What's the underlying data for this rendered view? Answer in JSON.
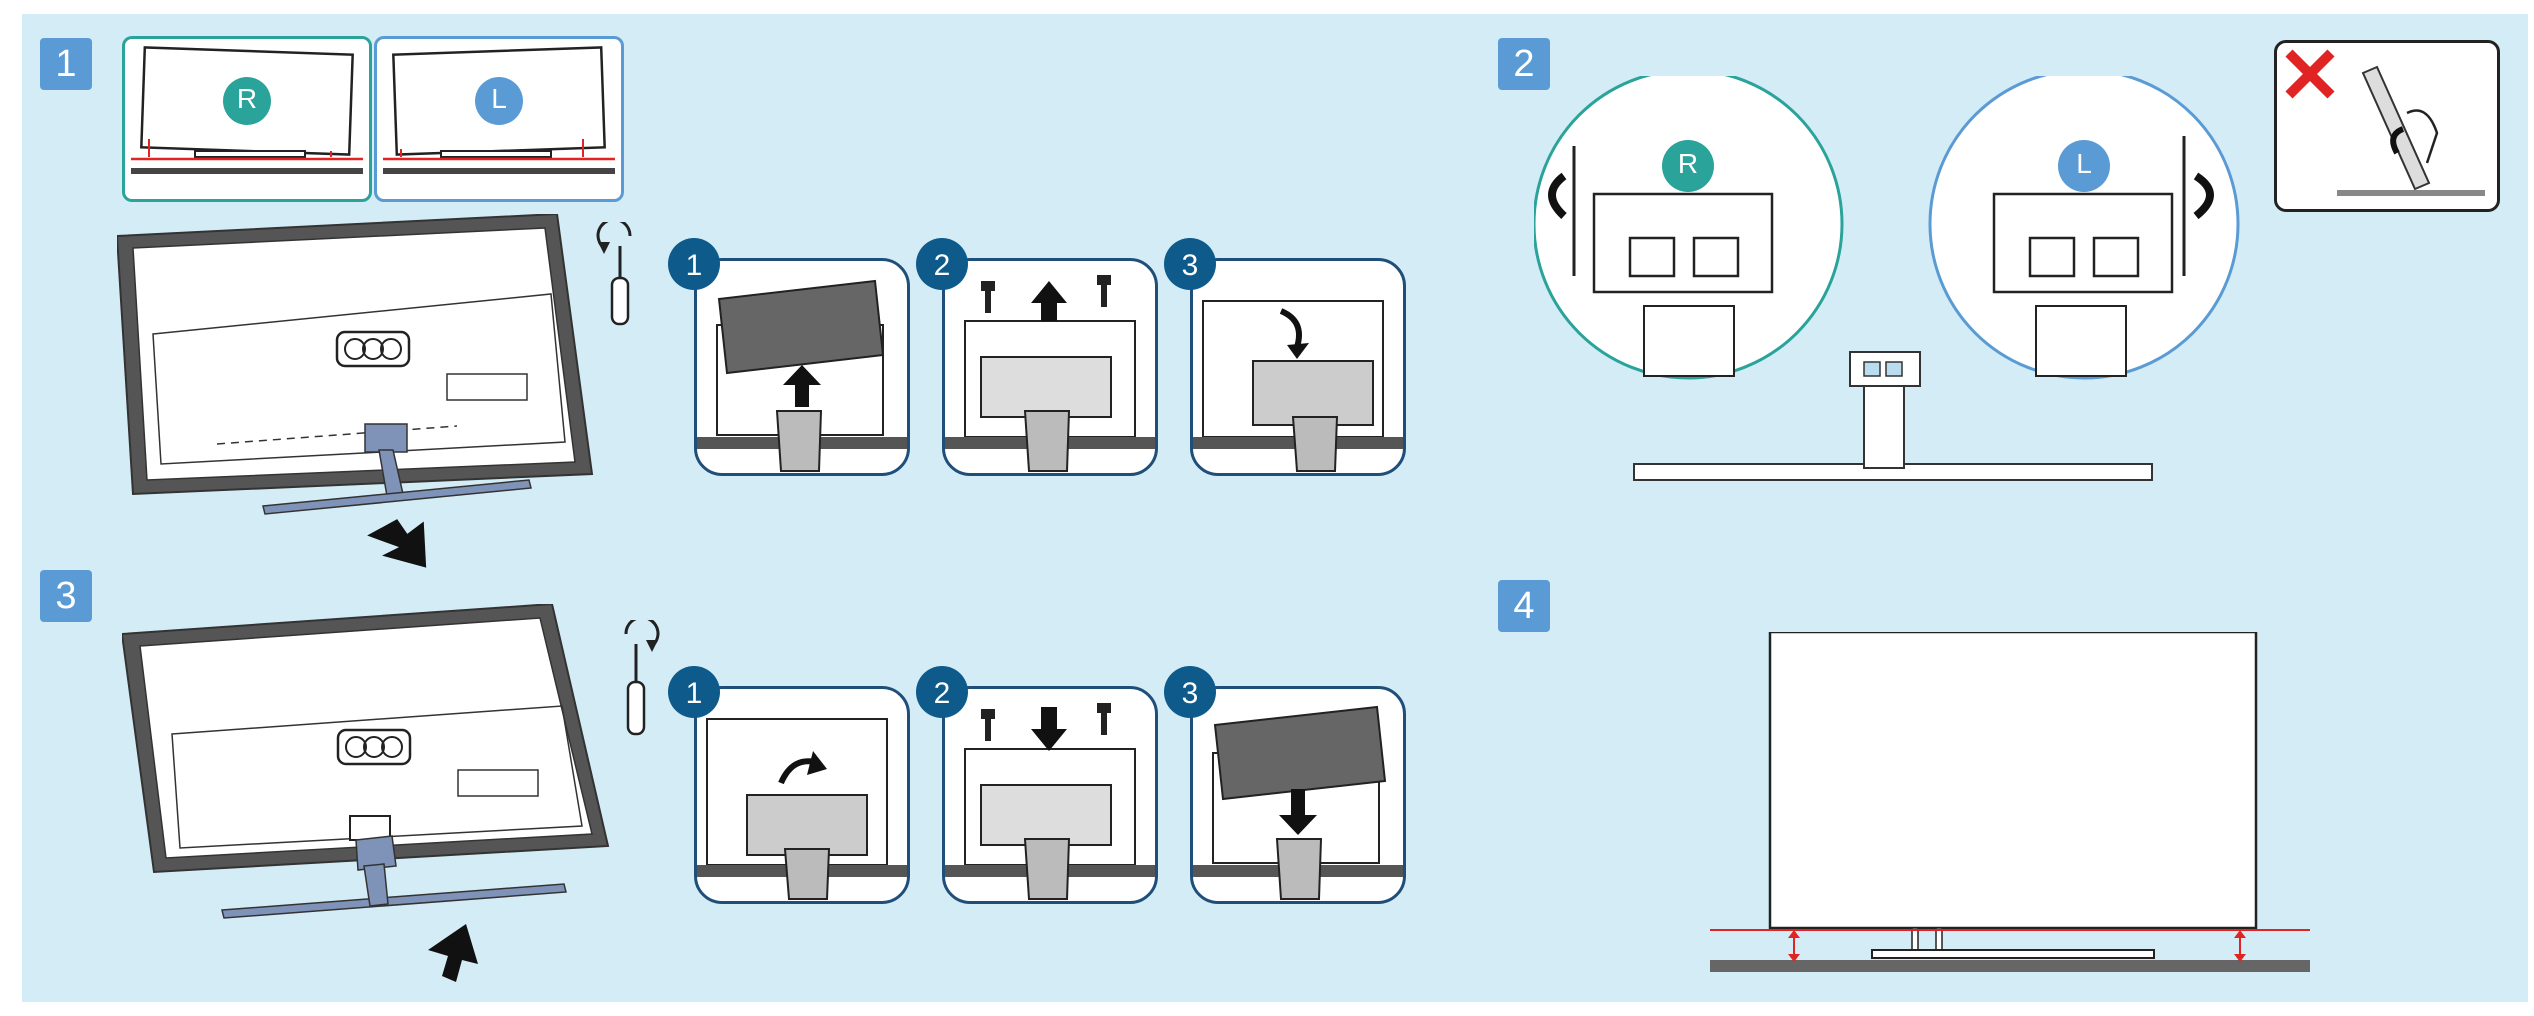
{
  "colors": {
    "panel_bg": "#d3ecf6",
    "badge_blue": "#5b9bd5",
    "sub_badge_navy": "#0e5a8a",
    "teal_R": "#2aa39a",
    "blue_L": "#5b9bd5",
    "warning_red": "#e02424",
    "stand_blue": "#7f93b8",
    "line_dark": "#222222"
  },
  "steps": {
    "s1": "1",
    "s2": "2",
    "s3": "3",
    "s4": "4"
  },
  "position_labels": {
    "right": "R",
    "left": "L"
  },
  "sub_steps": [
    "1",
    "2",
    "3"
  ],
  "icons": [
    "screwdriver-counterclockwise-icon",
    "screwdriver-clockwise-icon",
    "arrow-down-icon",
    "arrow-up-icon",
    "x-mark-icon",
    "rotate-arrow-icon"
  ]
}
